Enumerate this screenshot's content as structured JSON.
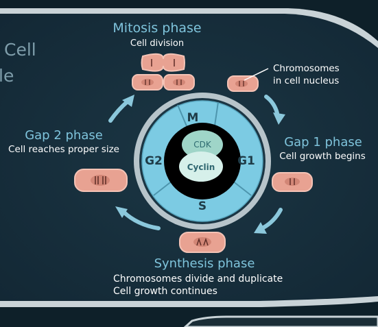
{
  "page_title_partial": [
    "Cell",
    "le"
  ],
  "phases": {
    "mitosis": {
      "title": "Mitosis phase",
      "desc": "Cell division"
    },
    "gap1": {
      "title": "Gap 1 phase",
      "desc": "Cell growth begins"
    },
    "gap2": {
      "title": "Gap 2 phase",
      "desc": "Cell reaches proper size"
    },
    "synthesis": {
      "title": "Synthesis phase",
      "desc_lines": [
        "Chromosomes divide and duplicate",
        "Cell growth continues"
      ]
    }
  },
  "chromosome_note": [
    "Chromosomes",
    "in cell nucleus"
  ],
  "cycle_wheel": {
    "segments": [
      "M",
      "G1",
      "S",
      "G2"
    ],
    "center": {
      "top": "CDK",
      "bottom": "Cyclin"
    }
  },
  "colors": {
    "background": "#172f3c",
    "phase_title": "#7fc4dc",
    "text": "#ffffff",
    "wheel_fill": "#7ccbe3",
    "wheel_ring": "#b7c4ca",
    "cell_fill": "#e8a292",
    "arrow": "#8bc8dc"
  }
}
